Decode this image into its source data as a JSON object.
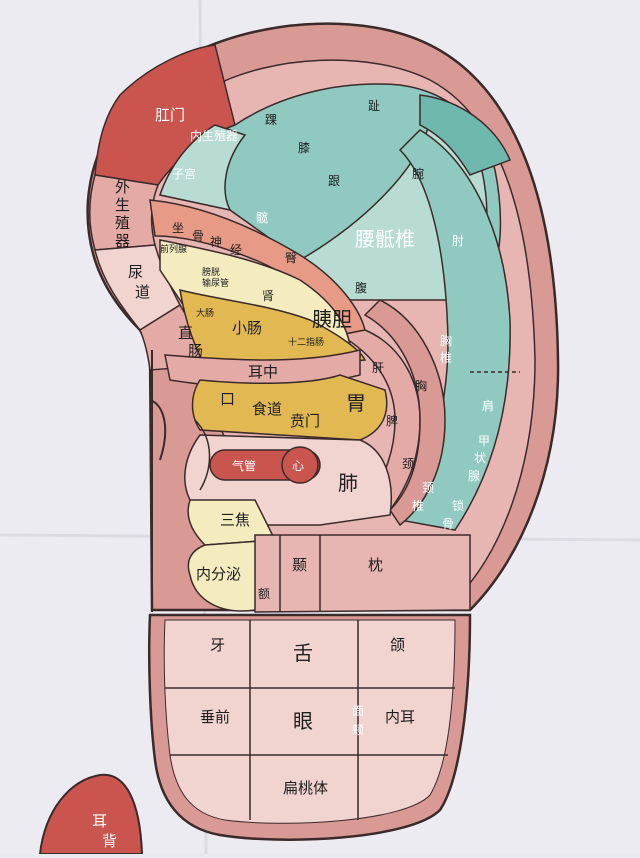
{
  "colors": {
    "paper": "#eceaf1",
    "outer_rim": "#d99a95",
    "rim_edge": "#c97a7a",
    "dark_red": "#c9554e",
    "pink_light": "#f1d3d0",
    "pink_mid": "#e4aaa6",
    "teal": "#8fc9c0",
    "teal_dark": "#6fb8ae",
    "teal_light": "#b8dcd3",
    "gold": "#e2b852",
    "cream": "#f4ebbf",
    "salmon": "#e79b86"
  },
  "labels": {
    "gangmen": "肛门",
    "neishengzhiqi": "内生殖器",
    "zigong": "子宫",
    "waishengzhiqi": [
      "外",
      "生",
      "殖",
      "器"
    ],
    "niaodao": [
      "尿",
      "道"
    ],
    "zhichang": [
      "直",
      "肠"
    ],
    "zuogushenjing": [
      "坐",
      "骨",
      "神",
      "经"
    ],
    "qianliexian": "前列腺",
    "pangguang": "膀胱",
    "shuniaoguan": "输尿管",
    "tun": "臀",
    "kuan": "髋",
    "zhi": "趾",
    "xi": "膝",
    "huai": "踝",
    "gen": "跟",
    "yaodizhui": "腰骶椎",
    "shen": "肾",
    "fu": "腹",
    "dachang": "大肠",
    "xiaochang": "小肠",
    "yidan": "胰胆",
    "shierzhichang": "十二指肠",
    "erzhong": "耳中",
    "gan": "肝",
    "kou": "口",
    "shidao": "食道",
    "benmen": "贲门",
    "wei": "胃",
    "pi": "脾",
    "xiong": "胸",
    "xiongzhui": [
      "胸",
      "椎"
    ],
    "jian": "肩",
    "zhou": "肘",
    "wan": "腕",
    "jingzhui": [
      "颈",
      "椎"
    ],
    "jing": "颈",
    "jiazhuangxian": [
      "甲",
      "状",
      "腺"
    ],
    "suogu": [
      "锁",
      "骨"
    ],
    "qiguan": "气管",
    "xin": "心",
    "fei": "肺",
    "sanjiao": "三焦",
    "neifenmi": "内分泌",
    "e": "额",
    "nie": "颞",
    "zhen": "枕",
    "ya": "牙",
    "she": "舌",
    "he": "颌",
    "chuiqian": "垂前",
    "yan": "眼",
    "mianjia": [
      "面",
      "颊"
    ],
    "neier": "内耳",
    "biantaoti": "扁桃体",
    "erbei": [
      "耳",
      "背"
    ]
  }
}
